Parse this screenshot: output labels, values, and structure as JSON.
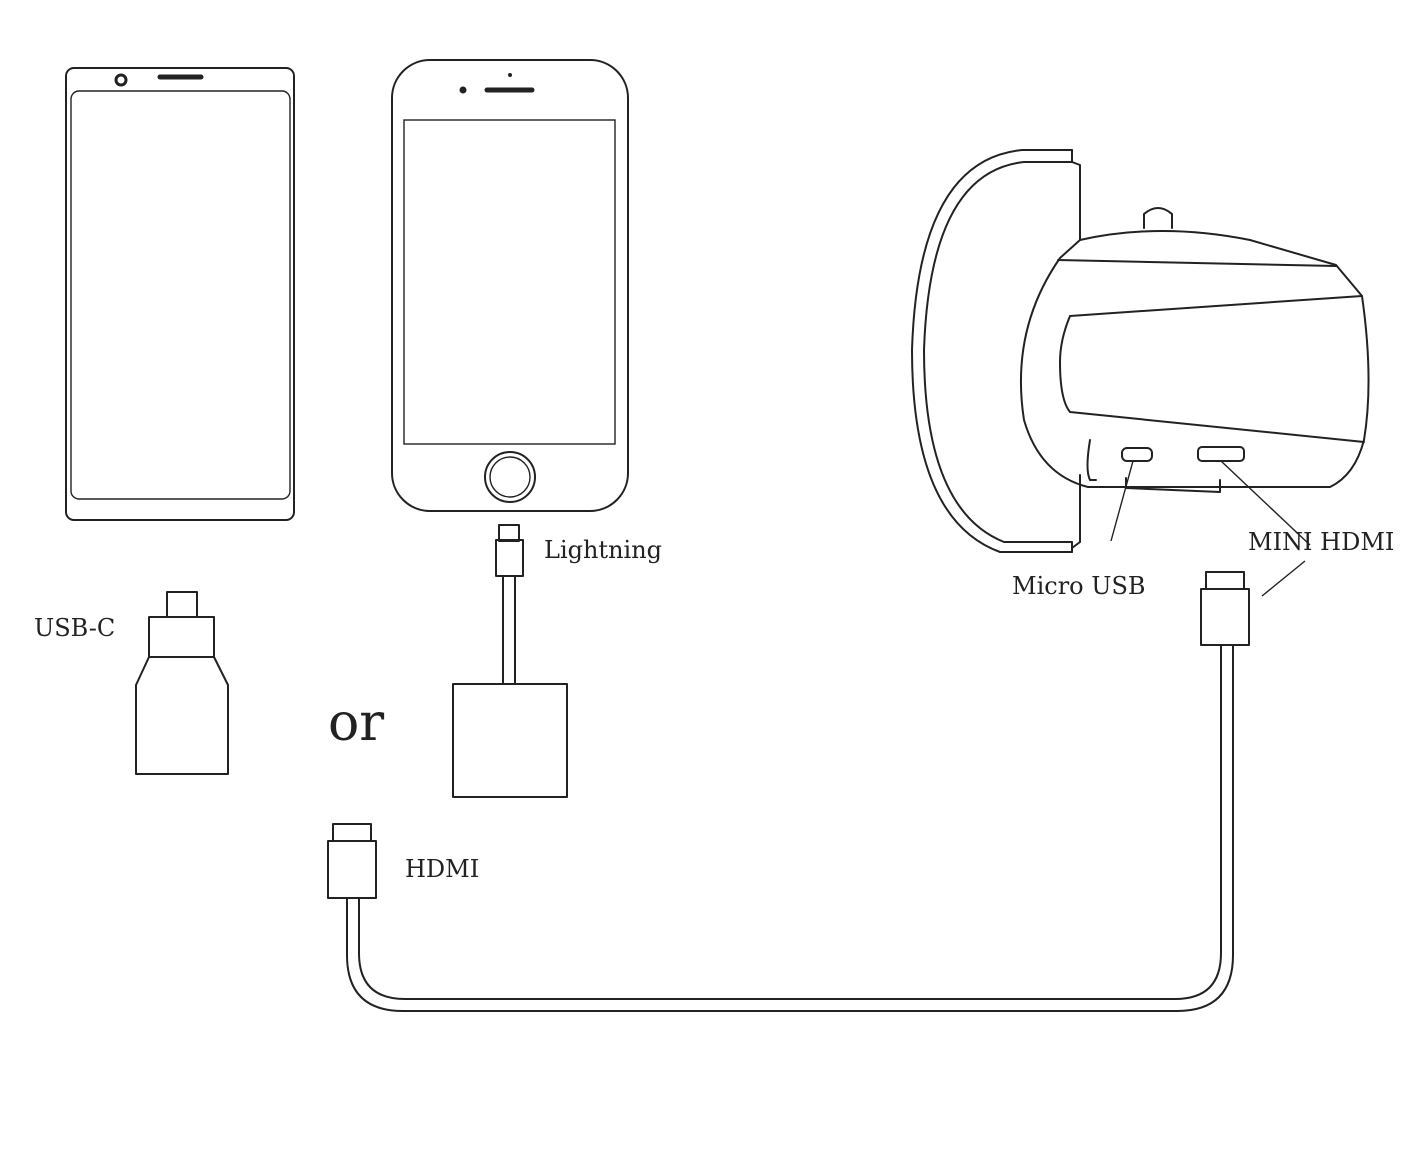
{
  "labels": {
    "lightning": "Lightning",
    "usb_c": "USB-C",
    "or": "or",
    "hdmi": "HDMI",
    "micro_usb": "Micro USB",
    "mini_hdmi": "MINI HDMI"
  },
  "colors": {
    "line": "#222222",
    "background": "#ffffff"
  }
}
